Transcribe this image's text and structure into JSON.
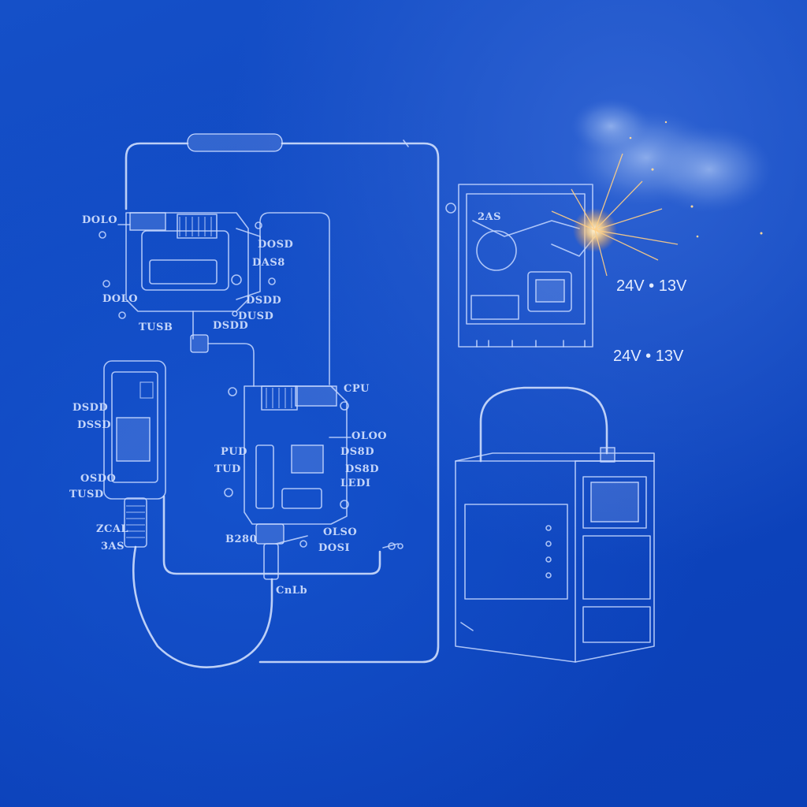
{
  "labels": {
    "l1": "DOLO",
    "l2": "DOLO",
    "l3": "TUSB",
    "l4": "DOSD",
    "l5": "DAS8",
    "l6": "DSDD",
    "l7": "DUSD",
    "l8": "DSDD",
    "l9": "DSSD",
    "l10": "OSDO",
    "l11": "TUSD",
    "l12": "ZCAL",
    "l13": "3AS",
    "l14": "CPU",
    "l15": "OLOO",
    "l16": "DS8D",
    "l17": "DS8D",
    "l18": "LEDI",
    "l19": "PUD",
    "l20": "TUD",
    "l21": "B280",
    "l22": "OLSO",
    "l23": "DOSI",
    "l24": "CnLb",
    "l25": "2AS",
    "l26": "DSDD"
  },
  "voltage": {
    "v1": "24V • 13V",
    "v2": "24V • 13V"
  },
  "colors": {
    "background": "#0d45c0",
    "line": "#c7d8ff",
    "spark": "#ffd38a"
  }
}
